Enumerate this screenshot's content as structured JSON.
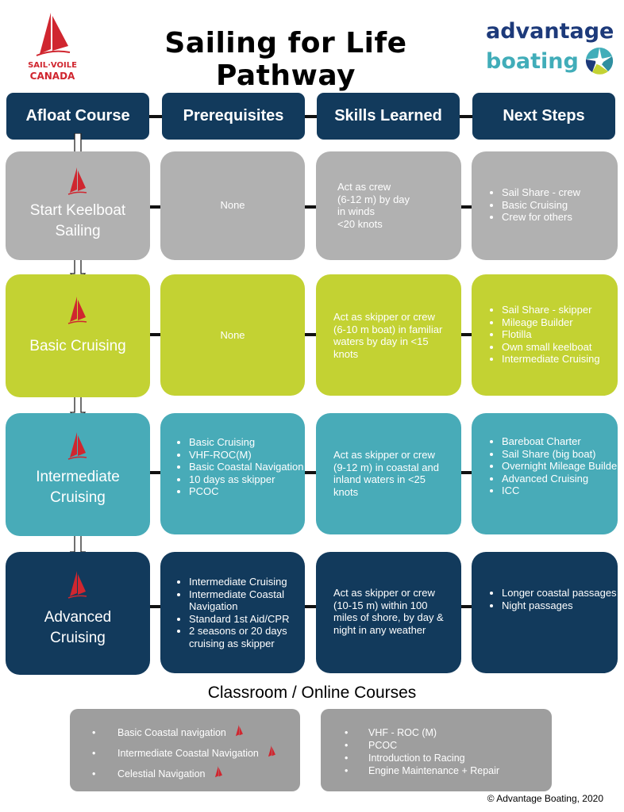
{
  "header": {
    "sail_canada_logo_line1": "SAIL·VOILE",
    "sail_canada_logo_line2": "CANADA",
    "title": "Sailing for Life Pathway",
    "advantage_logo_line1": "advantage",
    "advantage_logo_line2": "boating"
  },
  "columns": [
    "Afloat Course",
    "Prerequisites",
    "Skills Learned",
    "Next Steps"
  ],
  "rows": [
    {
      "course": "Start Keelboat Sailing",
      "prerequisites_text": "None",
      "skills": [
        "Act as crew",
        "(6-12 m) by day",
        "in winds",
        "<20 knots"
      ],
      "next_steps": [
        "Sail Share - crew",
        "Basic Cruising",
        "Crew for others"
      ]
    },
    {
      "course": "Basic Cruising",
      "prerequisites_text": "None",
      "skills": [
        "Act as skipper or crew",
        "(6-10 m boat) in familiar",
        "waters by day in <15",
        "knots"
      ],
      "next_steps": [
        "Sail Share - skipper",
        "Mileage Builder",
        "Flotilla",
        "Own small keelboat",
        "Intermediate Cruising"
      ]
    },
    {
      "course": "Intermediate Cruising",
      "prerequisites": [
        "Basic Cruising",
        "VHF-ROC(M)",
        "Basic Coastal Navigation",
        "10 days as skipper",
        "PCOC"
      ],
      "skills": [
        "Act as skipper or crew",
        "(9-12 m) in coastal and",
        "inland waters in <25",
        "knots"
      ],
      "next_steps": [
        "Bareboat Charter",
        "Sail Share (big boat)",
        "Overnight Mileage Builder",
        "Advanced Cruising",
        "ICC"
      ]
    },
    {
      "course": "Advanced Cruising",
      "prerequisites": [
        "Intermediate Cruising",
        "Intermediate Coastal Navigation",
        "Standard 1st Aid/CPR",
        "2 seasons or 20 days cruising as skipper"
      ],
      "skills": [
        "Act as skipper or crew",
        "(10-15 m) within 100",
        "miles of shore, by day &",
        "night in any weather"
      ],
      "next_steps": [
        "Longer coastal passages",
        "Night passages"
      ]
    }
  ],
  "classroom": {
    "title": "Classroom / Online Courses",
    "left": [
      "Basic Coastal navigation",
      "Intermediate Coastal Navigation",
      "Celestial Navigation"
    ],
    "right": [
      "VHF - ROC (M)",
      "PCOC",
      "Introduction to Racing",
      "Engine Maintenance + Repair"
    ]
  },
  "copyright": "© Advantage Boating, 2020",
  "colors": {
    "navy": "#123a5c",
    "grey": "#b1b1b1",
    "lime": "#c3d233",
    "teal": "#48abb8",
    "red": "#d0262f",
    "bottom_grey": "#9e9e9e"
  },
  "icons": [
    "sail-voile-canada-logo",
    "advantage-boating-logo",
    "sail-icon",
    "down-arrow-icon",
    "bullet-icon"
  ]
}
